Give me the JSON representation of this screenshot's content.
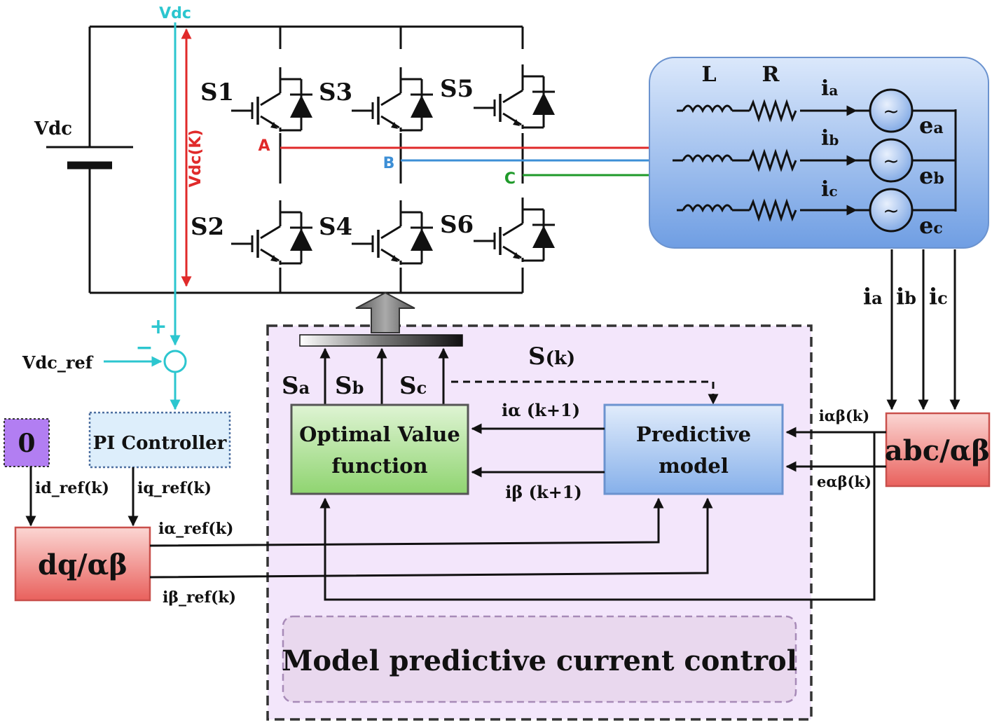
{
  "inverter": {
    "vdc_top_label": "Vdc",
    "battery_label": "Vdc",
    "vdc_k_label": "Vdc(K)",
    "switches": [
      "S1",
      "S3",
      "S5",
      "S2",
      "S4",
      "S6"
    ],
    "phase_nodes": [
      "A",
      "B",
      "C"
    ]
  },
  "load": {
    "inductor_label": "L",
    "resistor_label": "R",
    "currents": [
      {
        "main": "i",
        "sub": "a"
      },
      {
        "main": "i",
        "sub": "b"
      },
      {
        "main": "i",
        "sub": "c"
      }
    ],
    "emfs": [
      {
        "main": "e",
        "sub": "a"
      },
      {
        "main": "e",
        "sub": "b"
      },
      {
        "main": "e",
        "sub": "c"
      }
    ],
    "sensed": [
      {
        "main": "i",
        "sub": "a"
      },
      {
        "main": "i",
        "sub": "b"
      },
      {
        "main": "i",
        "sub": "c"
      }
    ]
  },
  "control": {
    "vdc_ref": "Vdc_ref",
    "plus": "+",
    "minus": "−",
    "zero_block": "0",
    "pi_block": "PI Controller",
    "id_ref": "id_ref(k)",
    "iq_ref": "iq_ref(k)",
    "dq_block": "dq/αβ",
    "ialpha_ref": "iα_ref(k)",
    "ibeta_ref": "iβ_ref(k)",
    "abc_block": "abc/αβ",
    "iab_k": "iαβ(k)",
    "eab_k": "eαβ(k)"
  },
  "mpc": {
    "s_k": {
      "main": "S",
      "sub": "(k)"
    },
    "gates": [
      {
        "main": "S",
        "sub": "a"
      },
      {
        "main": "S",
        "sub": "b"
      },
      {
        "main": "S",
        "sub": "c"
      }
    ],
    "optimal_line1": "Optimal Value",
    "optimal_line2": "function",
    "predictive_line1": "Predictive",
    "predictive_line2": "model",
    "ialpha_k1": "iα (k+1)",
    "ibeta_k1": "iβ (k+1)",
    "title": "Model predictive current control"
  },
  "colors": {
    "phase_a": "#e02a2a",
    "phase_b": "#3d8fd6",
    "phase_c": "#1f9a2a",
    "dc_link": "#2cc6cf",
    "vdc_k": "#e02a2a",
    "mpc_bg": "#f3e6fb",
    "load_bg": "#9dbcec"
  }
}
